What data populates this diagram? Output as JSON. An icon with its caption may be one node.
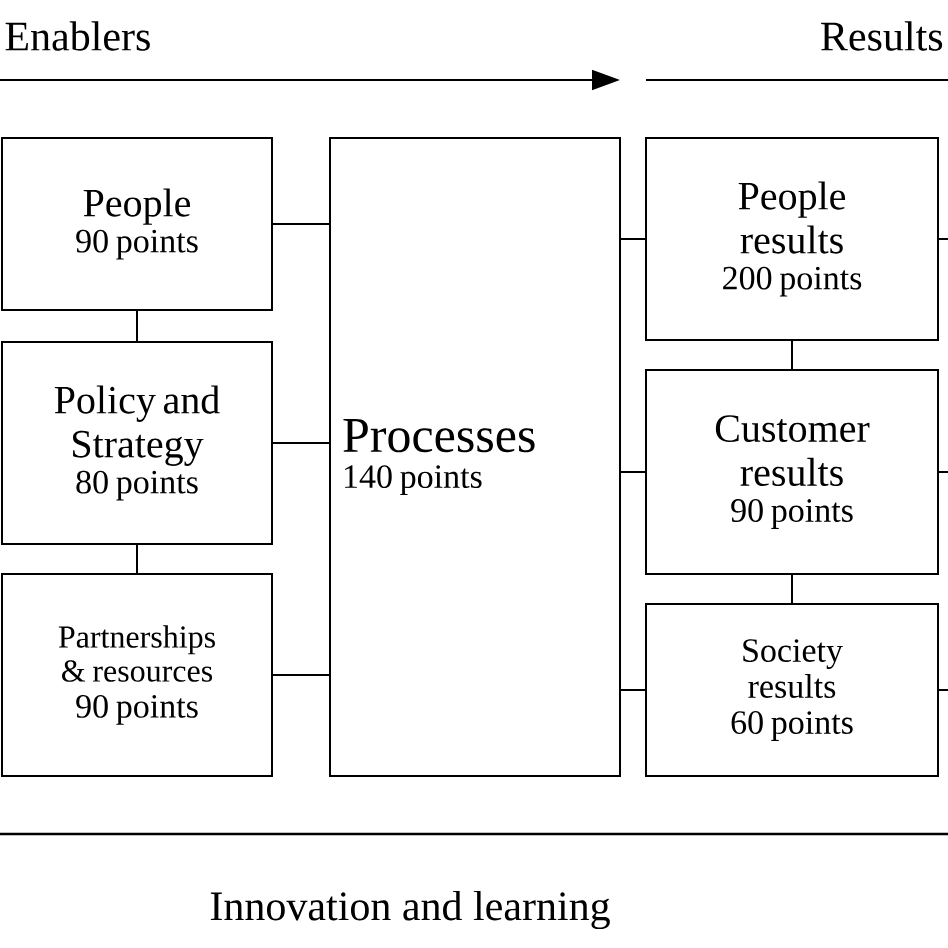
{
  "diagram": {
    "nodes": [
      {
        "text": [
          "People",
          "90 points"
        ]
      },
      {
        "text": [
          "Policy and Strategy",
          "80 points"
        ]
      },
      {
        "text": [
          "Partnerships & resources",
          "90 points"
        ]
      },
      {
        "text": [
          "Processes",
          "140 points"
        ]
      },
      {
        "text": [
          "People results",
          "200 points"
        ]
      },
      {
        "text": [
          "Customer results",
          "90 points"
        ]
      },
      {
        "text": [
          "Society results",
          "60 points"
        ]
      }
    ],
    "edges": [
      {
        "from": 0,
        "to": 1,
        "arrow": "none"
      },
      {
        "from": 1,
        "to": 2,
        "arrow": "none"
      },
      {
        "from": 0,
        "to": 3,
        "arrow": "none"
      },
      {
        "from": 1,
        "to": 3,
        "arrow": "none"
      },
      {
        "from": 2,
        "to": 3,
        "arrow": "none"
      },
      {
        "from": 3,
        "to": 4,
        "arrow": "none"
      },
      {
        "from": 3,
        "to": 5,
        "arrow": "none"
      },
      {
        "from": 3,
        "to": 6,
        "arrow": "none"
      },
      {
        "from": 4,
        "to": 5,
        "arrow": "none"
      },
      {
        "from": 5,
        "to": 6,
        "arrow": "none"
      },
      {
        "from": 4,
        "to": null,
        "arrow": "none"
      },
      {
        "from": 5,
        "to": null,
        "arrow": "none"
      },
      {
        "from": 6,
        "to": null,
        "arrow": "none"
      }
    ],
    "labels": [
      "Enablers",
      "Results",
      "Innovation and learning"
    ]
  }
}
